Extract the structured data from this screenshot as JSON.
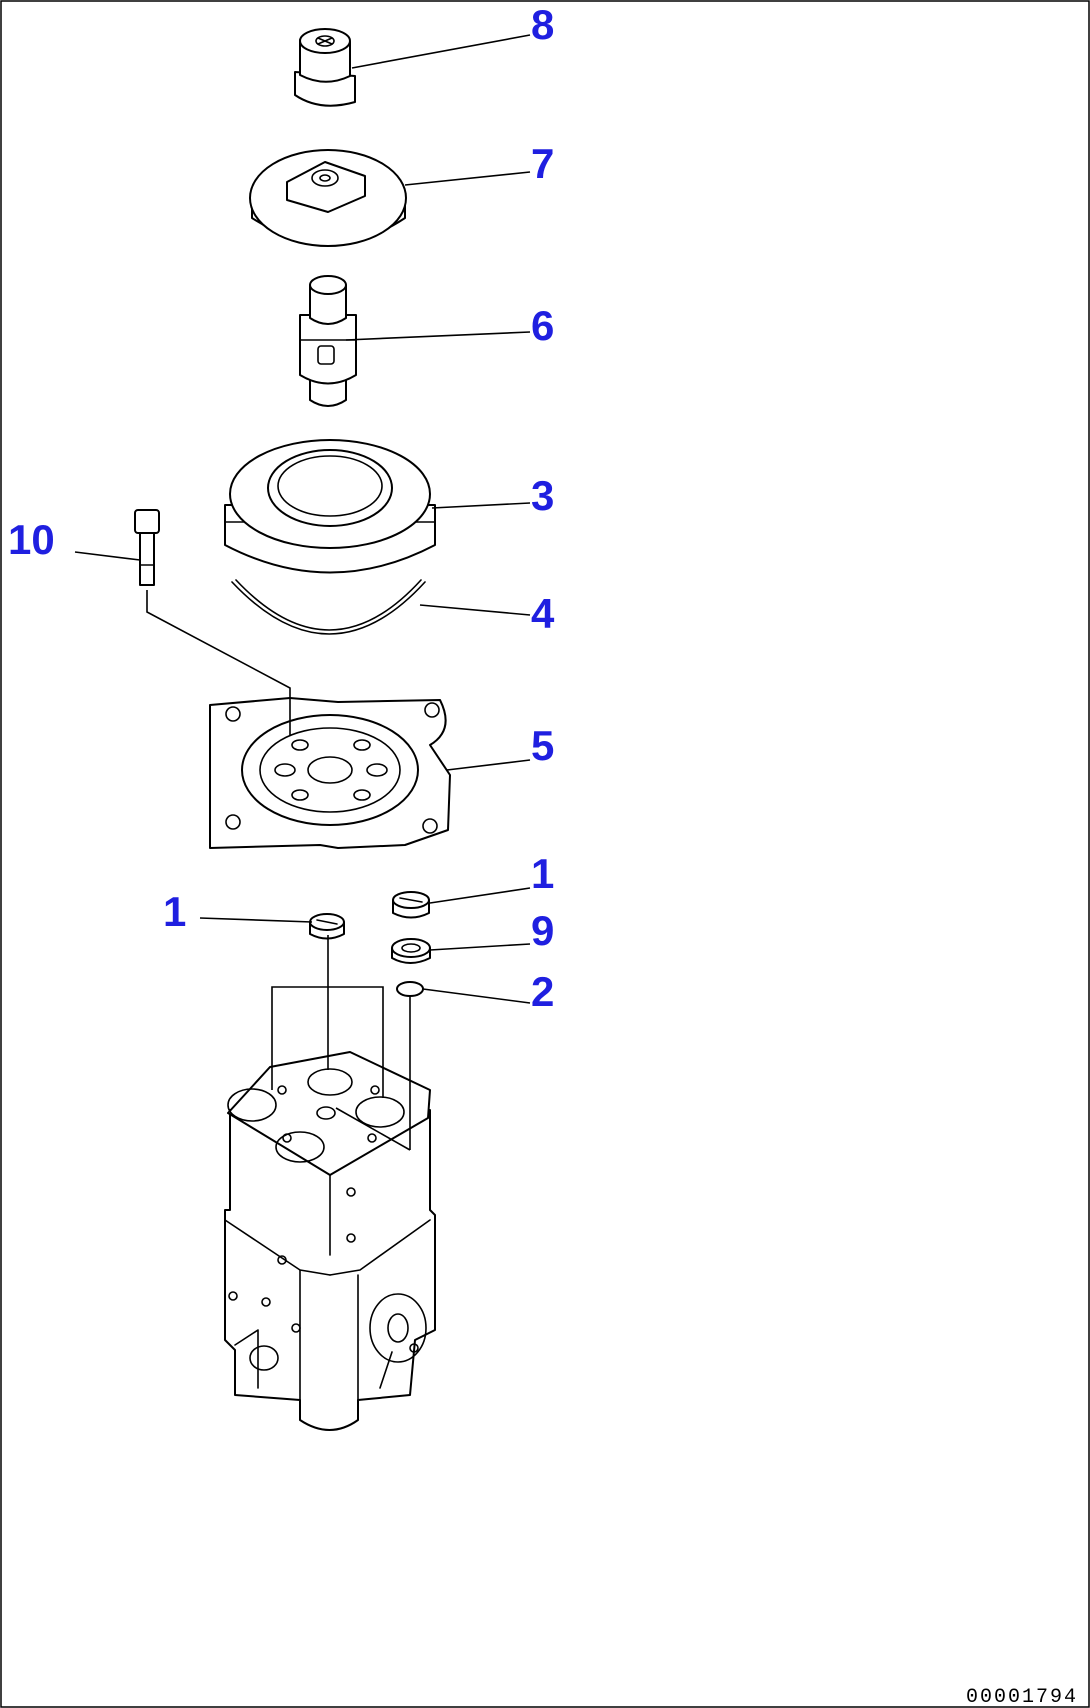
{
  "callouts": {
    "c8": "8",
    "c7": "7",
    "c6": "6",
    "c3": "3",
    "c10": "10",
    "c4": "4",
    "c5": "5",
    "c1_right": "1",
    "c1_left": "1",
    "c9": "9",
    "c2": "2"
  },
  "document_number": "00001794",
  "colors": {
    "callout": "#1f1fe0",
    "line": "#000000",
    "background": "#ffffff"
  }
}
